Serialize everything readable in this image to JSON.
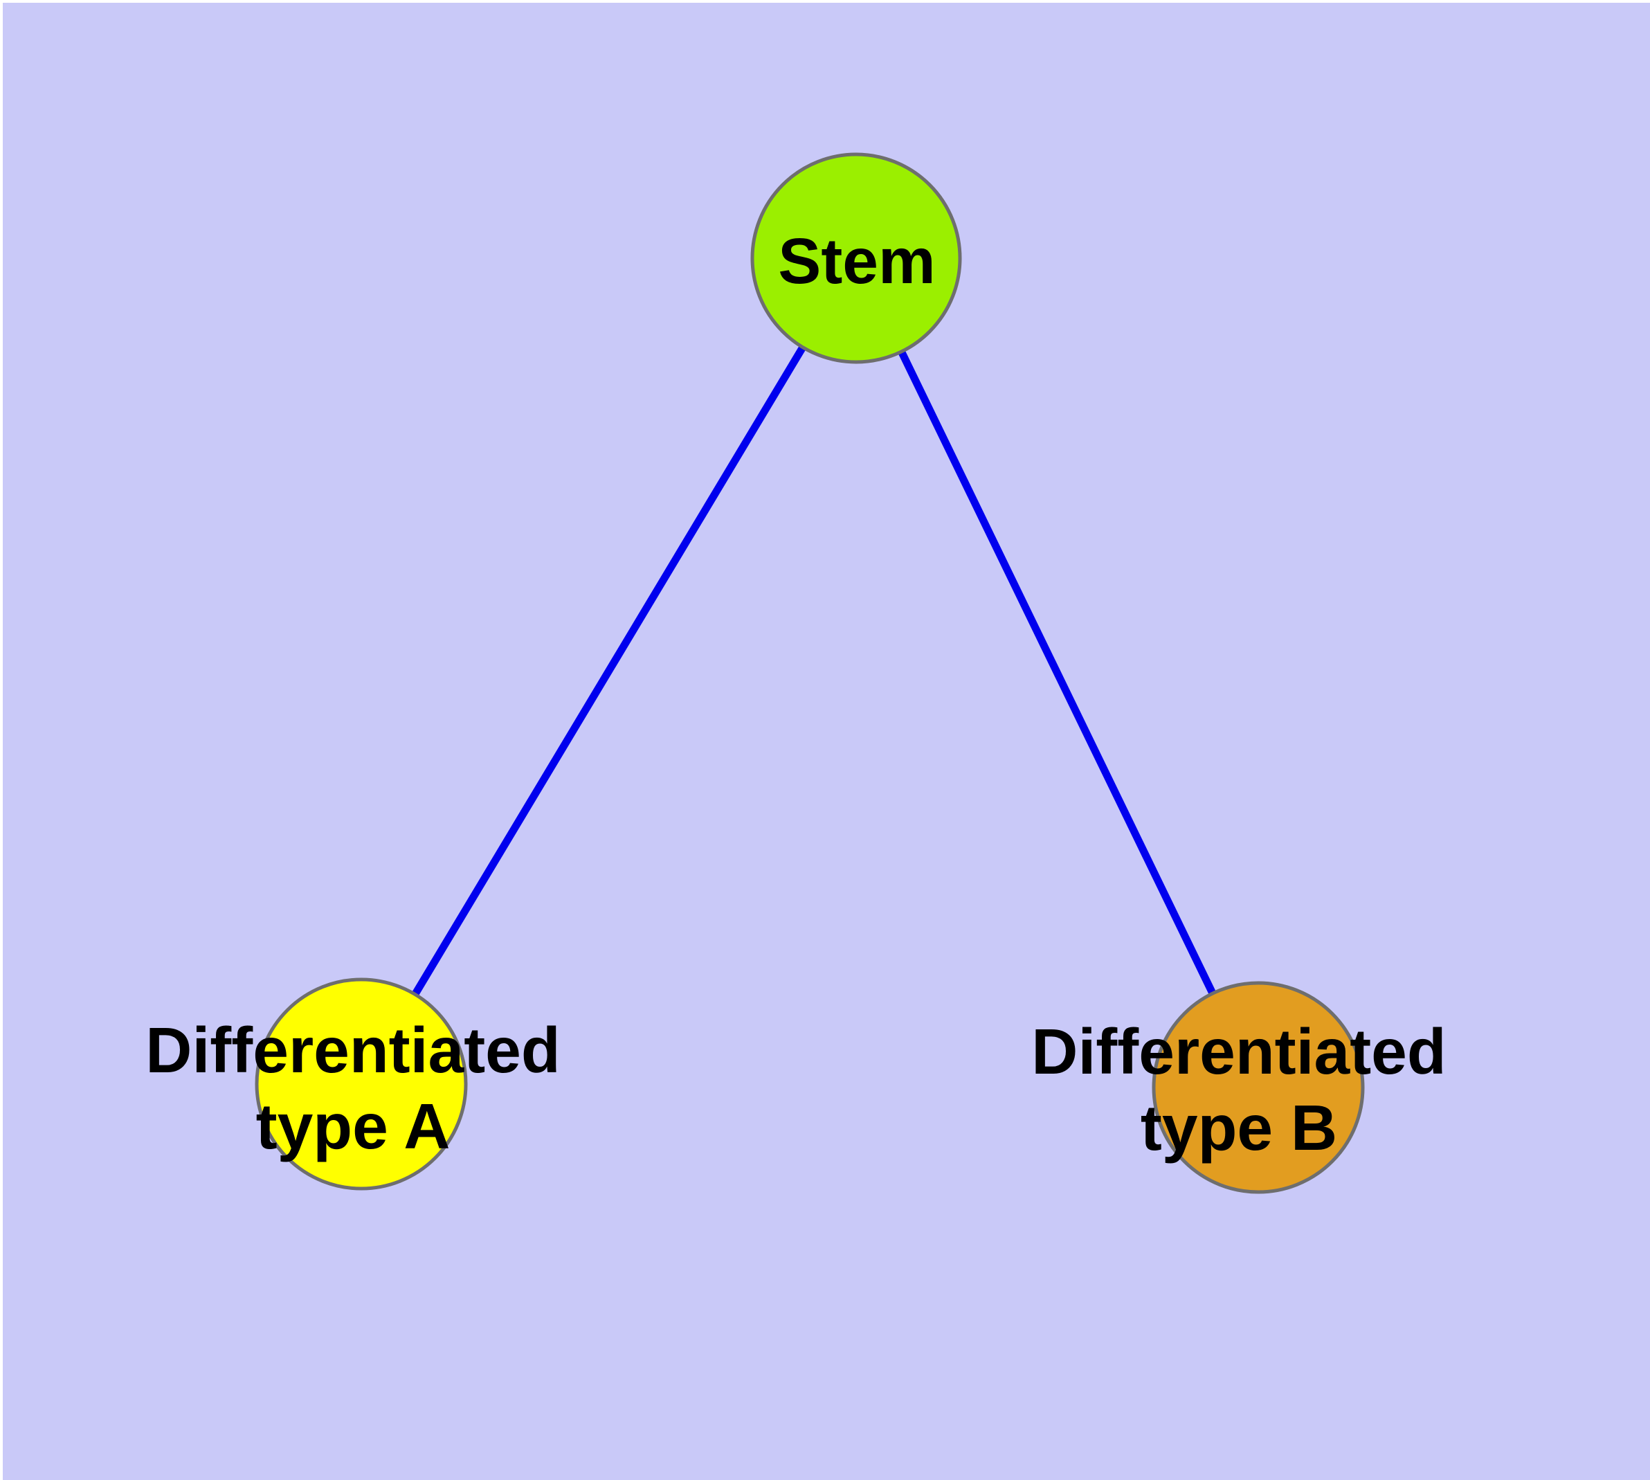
{
  "diagram": {
    "type": "graph",
    "background_color": "#C9C9F8",
    "page_margin_color": "#FFFFFF",
    "edge_color": "#0000EE",
    "node_border_color": "#6E6E6E",
    "label_color": "#000000",
    "nodes": [
      {
        "id": "stem",
        "label": "Stem",
        "color": "#9BEF00"
      },
      {
        "id": "differentiated-type-a",
        "label": "Differentiated\ntype A",
        "color": "#FFFF00"
      },
      {
        "id": "differentiated-type-b",
        "label": "Differentiated\ntype B",
        "color": "#E29D20"
      }
    ],
    "edges": [
      {
        "source": "Stem",
        "target": "Differentiated type A"
      },
      {
        "source": "Stem",
        "target": "Differentiated type B"
      }
    ]
  }
}
